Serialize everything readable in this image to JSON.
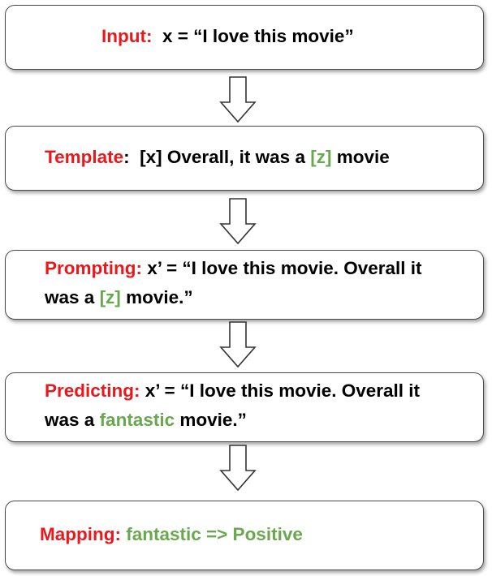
{
  "steps": {
    "input": {
      "label": "Input:",
      "text": "x = “I love this movie”"
    },
    "template": {
      "label": "Template",
      "colon": ":",
      "pre": "[x] Overall, it was a",
      "slot": "[z]",
      "post": "movie"
    },
    "prompting": {
      "label": "Prompting:",
      "line1": "x’ = “I love this movie. Overall it",
      "line2_pre": "was a",
      "slot": "[z]",
      "line2_post": "movie.”"
    },
    "predicting": {
      "label": "Predicting:",
      "line1": "x’ = “I love this movie. Overall it",
      "line2_pre": "was a",
      "answer": "fantastic",
      "line2_post": "movie.”"
    },
    "mapping": {
      "label": "Mapping:",
      "result": "fantastic => Positive"
    }
  },
  "colors": {
    "label_red": "#e8191c",
    "highlight_green": "#6aa84f",
    "border": "#4a4a4a"
  },
  "icons": {
    "arrow": "down-arrow-icon"
  }
}
